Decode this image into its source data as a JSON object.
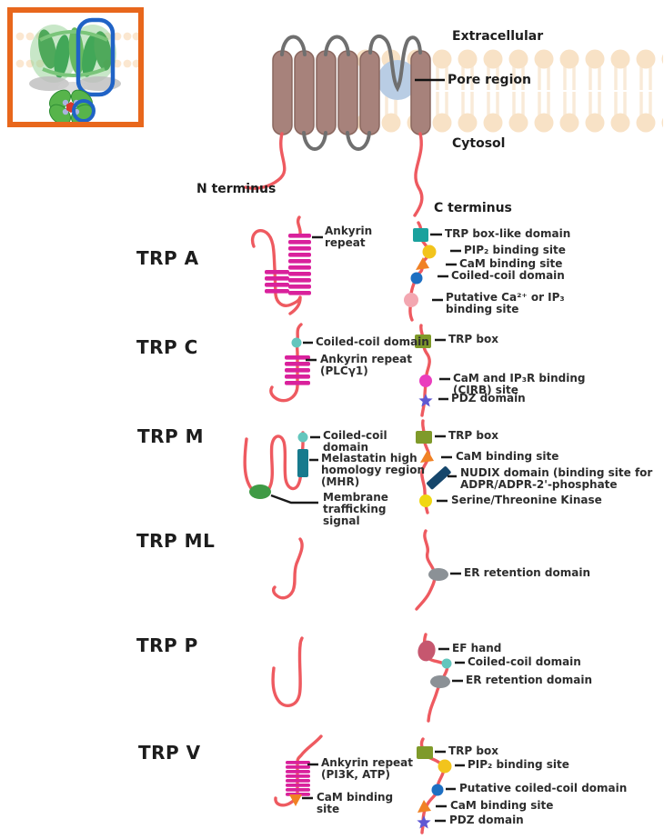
{
  "header": {
    "extracellular": "Extracellular",
    "pore_region": "Pore region",
    "cytosol": "Cytosol",
    "n_terminus": "N terminus",
    "c_terminus": "C terminus"
  },
  "rows": {
    "trpa": {
      "title": "TRP A",
      "labels": {
        "ankyrin": "Ankyrin repeat",
        "trp_box_like": "TRP box-like domain",
        "pip2": "PIP₂ binding site",
        "cam": "CaM binding site",
        "coiled_coil": "Coiled-coil domain",
        "putative": "Putative Ca²⁺ or IP₃ binding site"
      }
    },
    "trpc": {
      "title": "TRP C",
      "labels": {
        "coiled_coil": "Coiled-coil domain",
        "ankyrin": "Ankyrin repeat (PLCγ1)",
        "trp_box": "TRP box",
        "cirb": "CaM and IP₃R binding (CIRB) site",
        "pdz": "PDZ domain"
      }
    },
    "trpm": {
      "title": "TRP M",
      "labels": {
        "coiled_coil": "Coiled-coil domain",
        "mhr": "Melastatin high homology region (MHR)",
        "traffic": "Membrane trafficking signal",
        "trp_box": "TRP box",
        "cam": "CaM binding site",
        "nudix": "NUDIX domain (binding site for ADPR/ADPR-2'-phosphate",
        "kinase": "Serine/Threonine Kinase"
      }
    },
    "trpml": {
      "title": "TRP ML",
      "labels": {
        "er": "ER retention domain"
      }
    },
    "trpp": {
      "title": "TRP P",
      "labels": {
        "ef": "EF hand",
        "coiled_coil": "Coiled-coil domain",
        "er": "ER retention domain"
      }
    },
    "trpv": {
      "title": "TRP V",
      "labels": {
        "ankyrin": "Ankyrin repeat (PI3K, ATP)",
        "cam_n": "CaM binding site",
        "trp_box": "TRP box",
        "pip2": "PIP₂ binding site",
        "putative_cc": "Putative coiled-coil domain",
        "cam_c": "CaM binding site",
        "pdz": "PDZ domain"
      }
    }
  },
  "colors": {
    "chain": "#ee5a60",
    "ankyrin": "#d9219c",
    "trp_box_like": "#1aa19d",
    "trp_box": "#7f9a2a",
    "pip2": "#f2c41c",
    "cam_arrow": "#f08124",
    "coiled_blue": "#1d6fc2",
    "coiled_teal": "#63c6bd",
    "putative_pink": "#f3a7b1",
    "cirb_magenta": "#ea3dbd",
    "pdz_star": "#5f58d3",
    "mhr_teal": "#177a8d",
    "traffic_green": "#3f9a45",
    "nudix_navy": "#15466b",
    "kinase_yellow": "#f0d713",
    "er_gray": "#8b9196",
    "ef_rose": "#c6576f",
    "helix": "#a7827b",
    "lipid_head": "#f8e2c6",
    "pore": "#b9cde4",
    "loop_gray": "#6f6f6f",
    "logo_border": "#e8671c"
  }
}
